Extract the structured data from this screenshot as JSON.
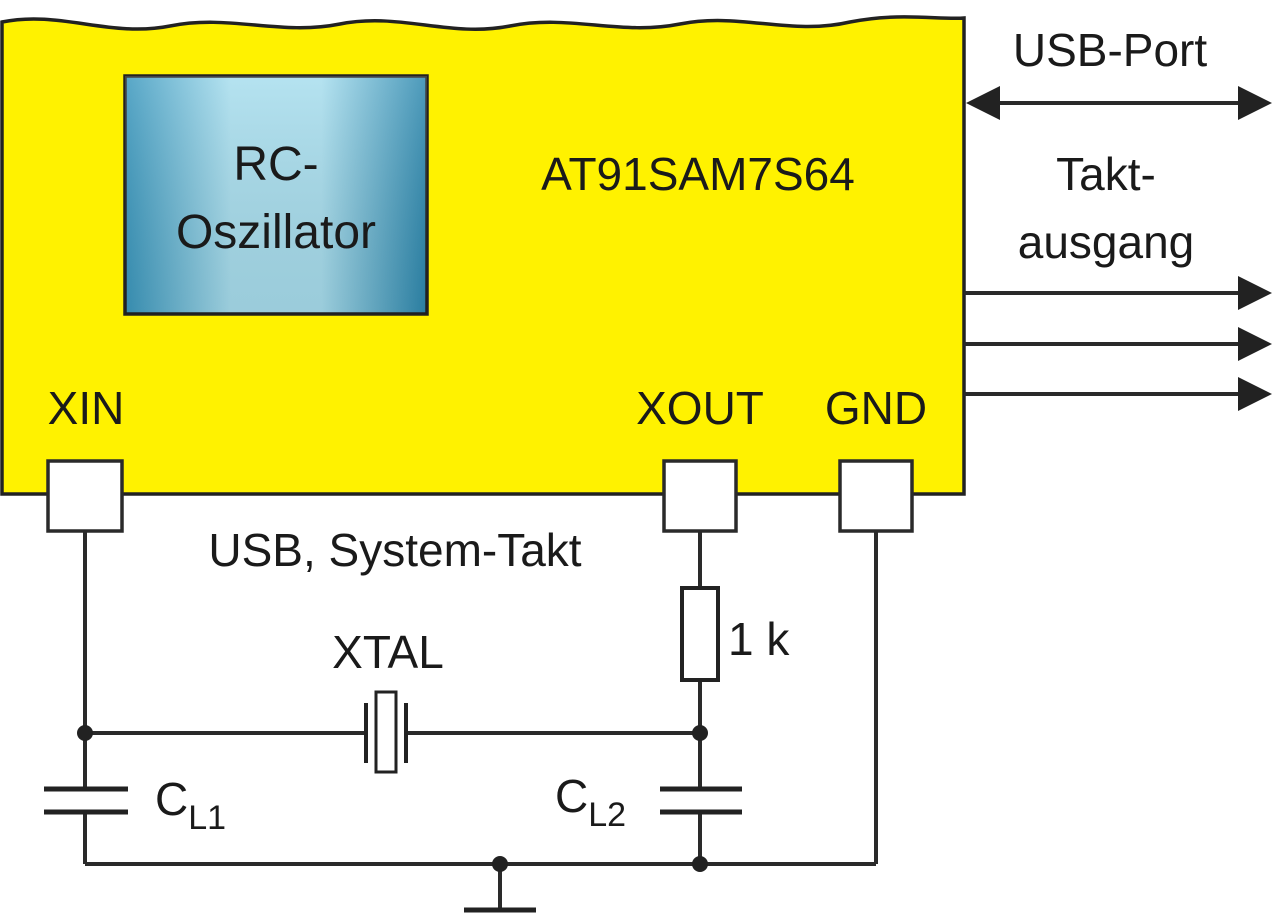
{
  "chip": {
    "name": "AT91SAM7S64",
    "fill_color": "#fff200",
    "oscillator": {
      "line1": "RC-",
      "line2": "Oszillator",
      "color_light": "#a6dcec",
      "color_dark": "#2d8ab0"
    },
    "pins": {
      "xin": "XIN",
      "xout": "XOUT",
      "gnd": "GND"
    }
  },
  "right_side": {
    "usb_port": "USB-Port",
    "clock_output_line1": "Takt-",
    "clock_output_line2": "ausgang"
  },
  "circuit": {
    "clock_label": "USB, System-Takt",
    "crystal": "XTAL",
    "resistor": "1 k",
    "cap1": {
      "main": "C",
      "sub": "L1"
    },
    "cap2": {
      "main": "C",
      "sub": "L2"
    }
  }
}
